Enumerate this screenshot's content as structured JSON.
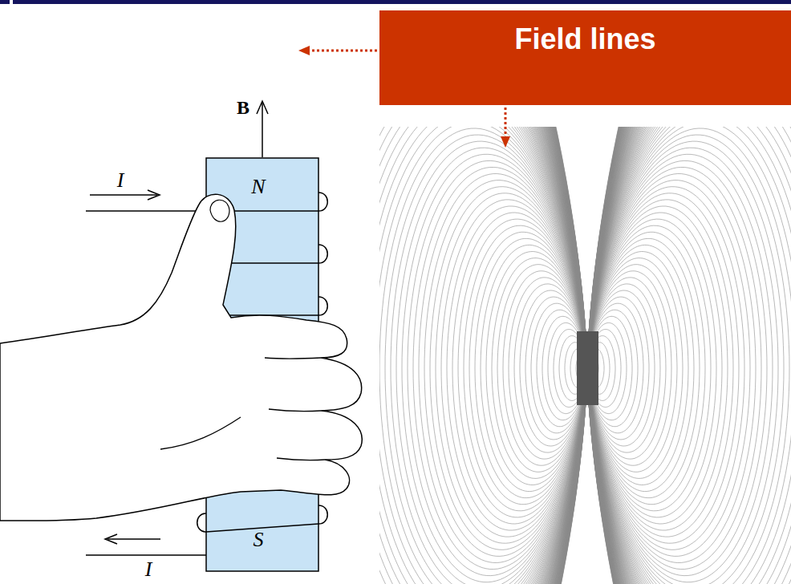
{
  "diagram": {
    "nodes": [
      {
        "text": [
          "Field lines"
        ]
      }
    ],
    "labels": [
      "B",
      "I",
      "N",
      "S",
      "I"
    ]
  }
}
